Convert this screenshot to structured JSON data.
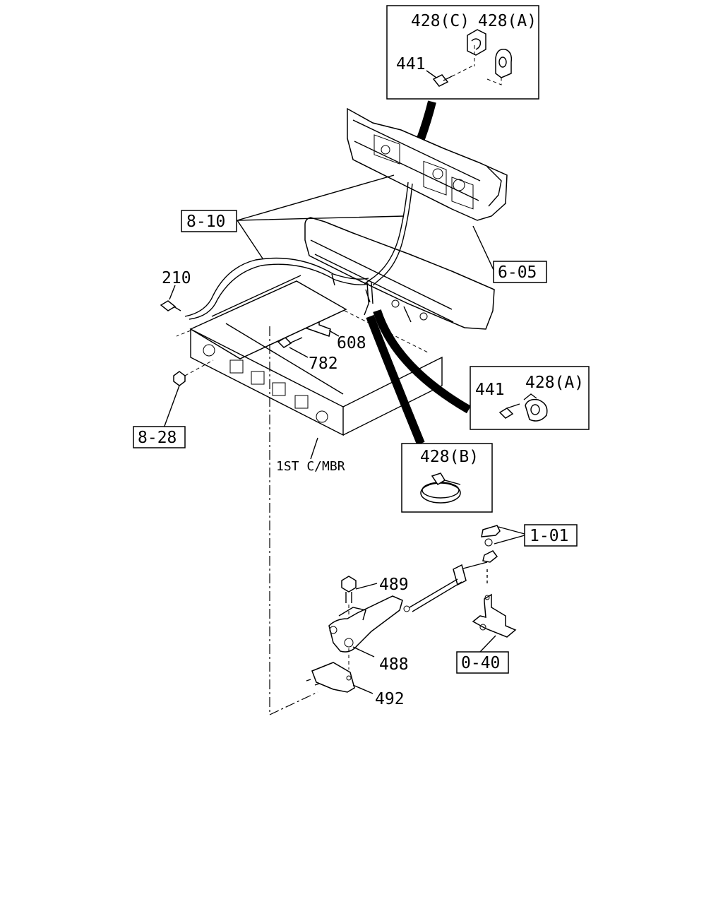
{
  "diagram": {
    "callouts": {
      "ref_8_10": "8-10",
      "ref_6_05": "6-05",
      "ref_8_28": "8-28",
      "ref_1_01": "1-01",
      "ref_0_40": "0-40"
    },
    "parts": {
      "p210": "210",
      "p608": "608",
      "p782": "782",
      "p489": "489",
      "p488": "488",
      "p492": "492"
    },
    "crossmember_label": "1ST C/MBR",
    "detail_top": {
      "clip_c": "428(C)",
      "clip_a": "428(A)",
      "bolt": "441"
    },
    "detail_right": {
      "bolt": "441",
      "clip_a": "428(A)"
    },
    "detail_band": {
      "band_b": "428(B)"
    }
  }
}
